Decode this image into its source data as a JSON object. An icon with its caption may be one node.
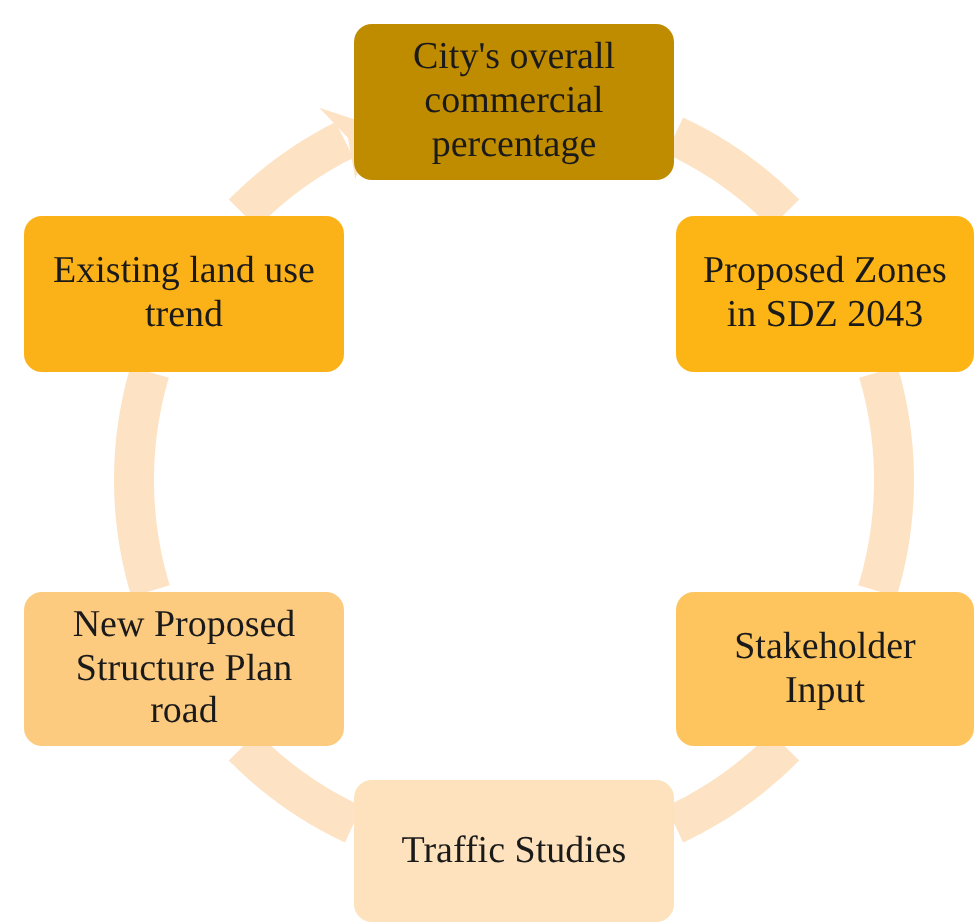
{
  "diagram": {
    "nodes": [
      {
        "text": [
          "City's overall commercial percentage"
        ]
      },
      {
        "text": [
          "Proposed Zones in SDZ 2043"
        ]
      },
      {
        "text": [
          "Stakeholder Input"
        ]
      },
      {
        "text": [
          "Traffic Studies"
        ]
      },
      {
        "text": [
          "New Proposed Structure Plan road"
        ]
      },
      {
        "text": [
          "Existing land use trend"
        ]
      }
    ],
    "edges": [
      {
        "from": 0,
        "to": 1,
        "arrow": "none"
      },
      {
        "from": 1,
        "to": 2,
        "arrow": "none"
      },
      {
        "from": 2,
        "to": 3,
        "arrow": "none"
      },
      {
        "from": 3,
        "to": 4,
        "arrow": "none"
      },
      {
        "from": 4,
        "to": 5,
        "arrow": "none"
      },
      {
        "from": 5,
        "to": 0,
        "arrow": "to"
      }
    ]
  }
}
